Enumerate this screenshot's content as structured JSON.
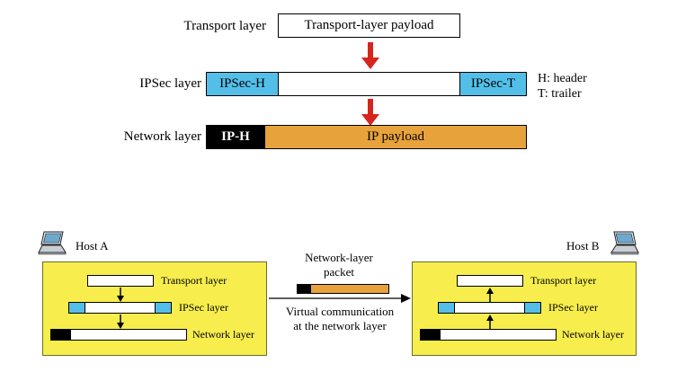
{
  "top_diagram": {
    "transport_layer_label": "Transport layer",
    "transport_payload": "Transport-layer payload",
    "ipsec_layer_label": "IPSec layer",
    "ipsec_header": "IPSec-H",
    "ipsec_trailer": "IPSec-T",
    "legend_header": "H: header",
    "legend_trailer": "T: trailer",
    "network_layer_label": "Network layer",
    "ip_header": "IP-H",
    "ip_payload": "IP payload"
  },
  "hosts": {
    "host_a_label": "Host A",
    "host_b_label": "Host B",
    "row_labels": [
      "Transport layer",
      "IPSec layer",
      "Network layer"
    ]
  },
  "middle": {
    "packet_label_line1": "Network-layer",
    "packet_label_line2": "packet",
    "caption_line1": "Virtual communication",
    "caption_line2": "at the network layer"
  },
  "colors": {
    "ipsec_blue": "#53bfe8",
    "payload_orange": "#e8a23c",
    "host_yellow": "#f7ee4d",
    "arrow_red": "#d6251d"
  }
}
